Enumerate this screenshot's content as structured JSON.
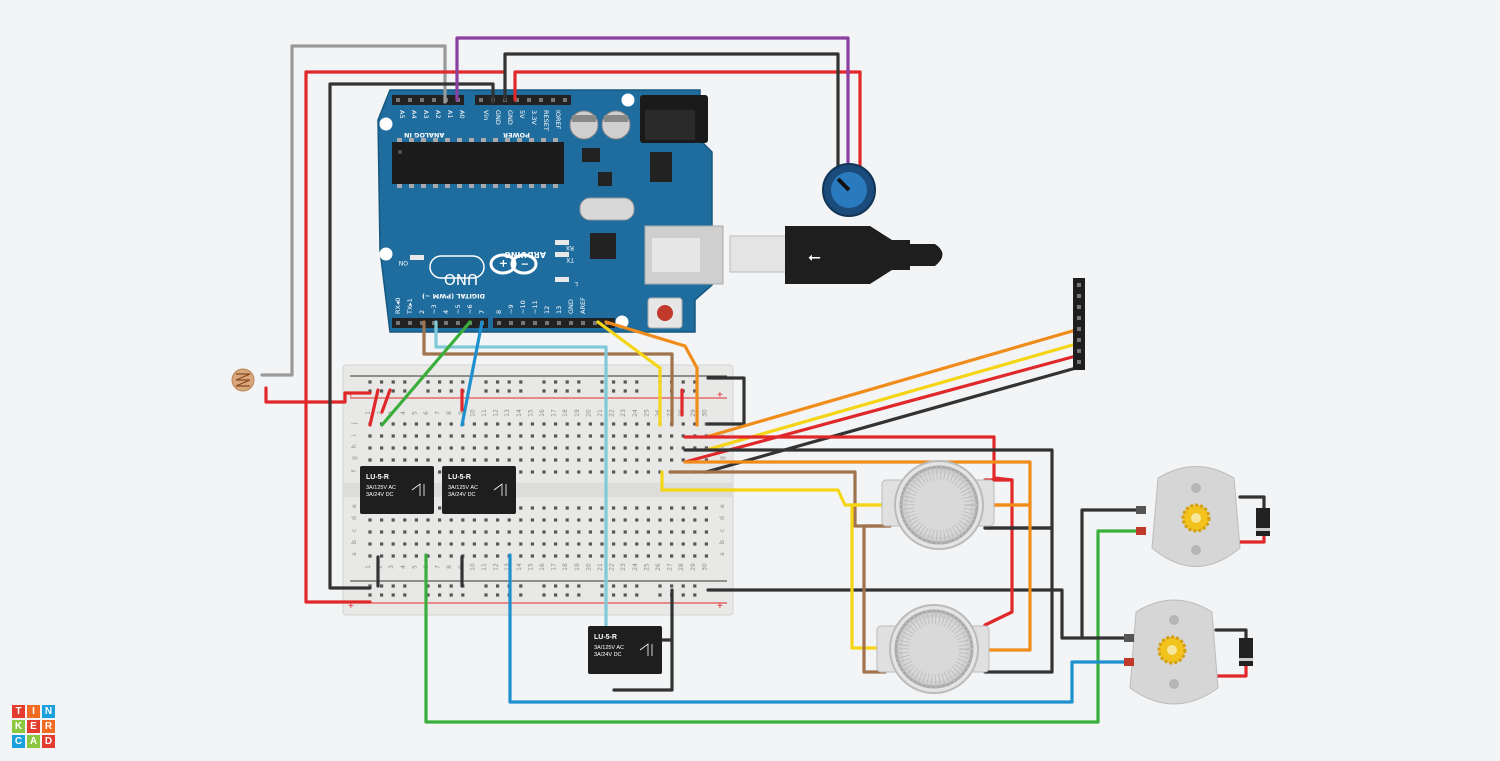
{
  "arduino": {
    "brand": "ARDUINO",
    "model": "UNO",
    "analog_header": "ANALOG IN",
    "power_header": "POWER",
    "digital_header": "DIGITAL (PWM ~)",
    "on_label": "ON",
    "tx_label": "TX",
    "rx_label": "RX",
    "l_label": "L",
    "analog_pins": [
      "A5",
      "A4",
      "A3",
      "A2",
      "A1",
      "A0"
    ],
    "power_pins": [
      "Vin",
      "GND",
      "GND",
      "5V",
      "3.3V",
      "RESET",
      "IOREF"
    ],
    "digital_pins": [
      "RX◂0",
      "TX▸1",
      "2",
      "~3",
      "4",
      "~5",
      "~6",
      "7",
      "8",
      "~9",
      "~10",
      "~11",
      "12",
      "13",
      "GND",
      "AREF"
    ]
  },
  "relays": [
    {
      "label": "LU-5-R",
      "rating1": "3A/125V AC",
      "rating2": "3A/24V  DC"
    },
    {
      "label": "LU-5-R",
      "rating1": "3A/125V AC",
      "rating2": "3A/24V  DC"
    },
    {
      "label": "LU-5-R",
      "rating1": "3A/125V AC",
      "rating2": "3A/24V  DC"
    }
  ],
  "breadboard": {
    "row_letters_top": [
      "j",
      "i",
      "h",
      "g",
      "f"
    ],
    "row_letters_bottom": [
      "e",
      "d",
      "c",
      "b",
      "a"
    ],
    "columns": 30
  },
  "logo": {
    "letters": [
      "T",
      "I",
      "N",
      "K",
      "E",
      "R",
      "C",
      "A",
      "D"
    ],
    "colors": [
      "#e33b2e",
      "#f26b22",
      "#1aa0dc",
      "#8dc63f",
      "#e33b2e",
      "#f26b22",
      "#1aa0dc",
      "#8dc63f",
      "#e33b2e"
    ]
  },
  "wire_colors": {
    "red": "#e0282a",
    "black": "#333333",
    "gray": "#9a9a9a",
    "purple": "#8b3fa0",
    "green": "#3aae3a",
    "blue": "#1e90d0",
    "lightblue": "#7fc9d8",
    "brown": "#a0734d",
    "orange": "#f08c1a",
    "yellow": "#f5d515"
  }
}
